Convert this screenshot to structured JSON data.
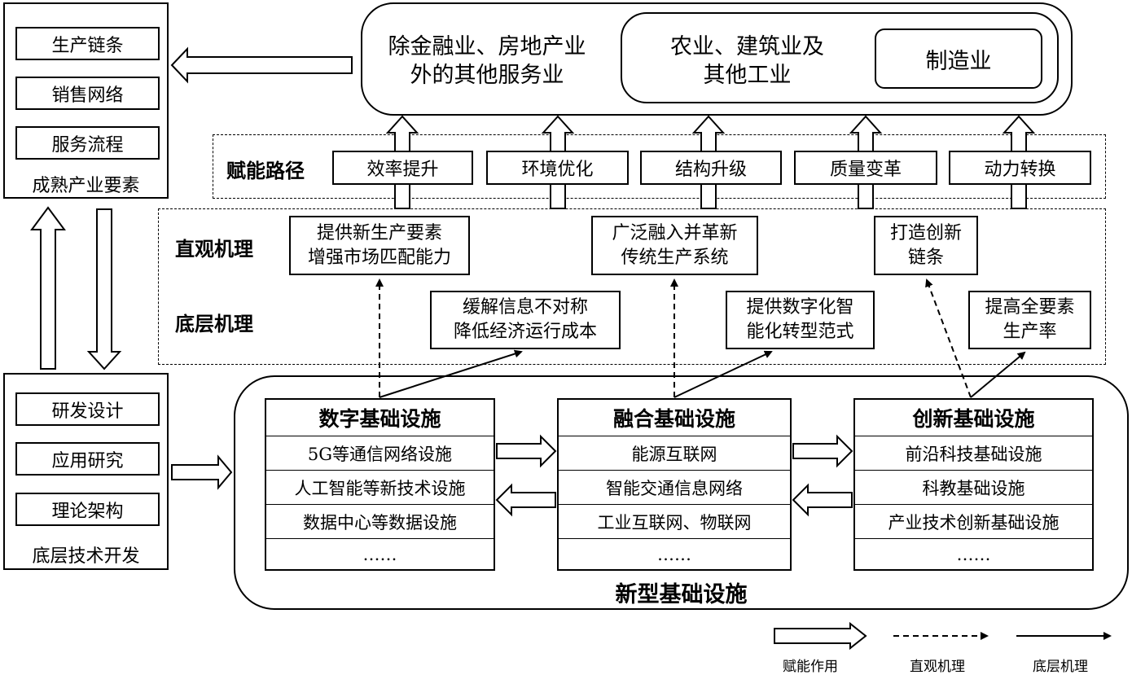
{
  "mature_factors": {
    "items": [
      "生产链条",
      "销售网络",
      "服务流程"
    ],
    "caption": "成熟产业要素"
  },
  "tech_dev": {
    "items": [
      "研发设计",
      "应用研究",
      "理论架构"
    ],
    "caption": "底层技术开发"
  },
  "industries": {
    "services": "除金融业、房地产业\n外的其他服务业",
    "agri_industry": "农业、建筑业及\n其他工业",
    "manufacturing": "制造业"
  },
  "paths": {
    "label": "赋能路径",
    "items": [
      "效率提升",
      "环境优化",
      "结构升级",
      "质量变革",
      "动力转换"
    ]
  },
  "mechanisms": {
    "intuitive_label": "直观机理",
    "underlying_label": "底层机理",
    "intuitive": [
      "提供新生产要素\n增强市场匹配能力",
      "广泛融入并革新\n传统生产系统",
      "打造创新\n链条"
    ],
    "underlying": [
      "缓解信息不对称\n降低经济运行成本",
      "提供数字化智\n能化转型范式",
      "提高全要素\n生产率"
    ]
  },
  "infrastructure": {
    "title": "新型基础设施",
    "columns": [
      {
        "title": "数字基础设施",
        "rows": [
          "5G等通信网络设施",
          "人工智能等新技术设施",
          "数据中心等数据设施",
          "……"
        ]
      },
      {
        "title": "融合基础设施",
        "rows": [
          "能源互联网",
          "智能交通信息网络",
          "工业互联网、物联网",
          "……"
        ]
      },
      {
        "title": "创新基础设施",
        "rows": [
          "前沿科技基础设施",
          "科教基础设施",
          "产业技术创新基础设施",
          "……"
        ]
      }
    ]
  },
  "legend": {
    "items": [
      "赋能作用",
      "直观机理",
      "底层机理"
    ]
  }
}
